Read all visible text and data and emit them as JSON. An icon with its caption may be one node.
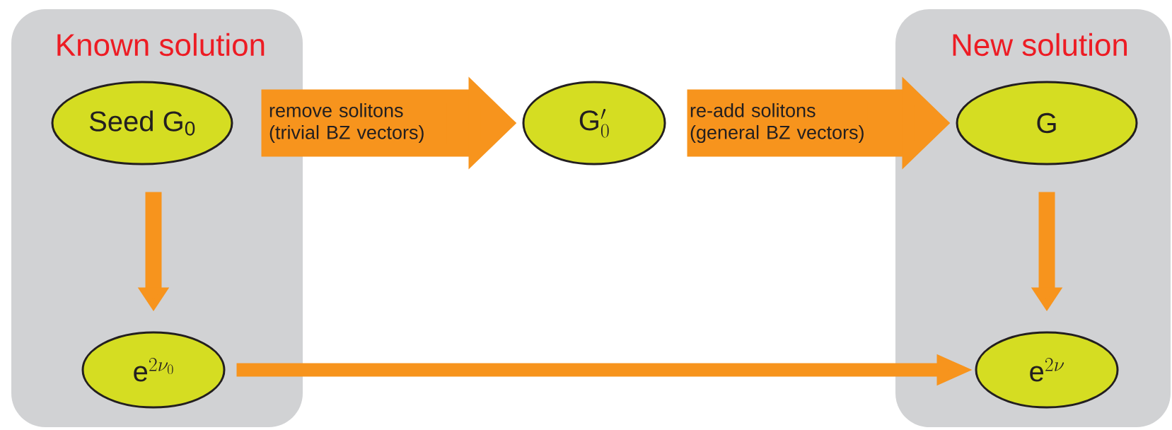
{
  "diagram": {
    "nodes": [
      {
        "text": [
          "Known solution"
        ]
      },
      {
        "text": [
          "Seed G$_{0}$"
        ],
        "in": 0
      },
      {
        "text": [
          "\\mathrm{e}^{2\\nu_0}"
        ],
        "in": 0
      },
      {
        "text": [
          "\\mathrm{G}'_0"
        ]
      },
      {
        "text": [
          "New solution"
        ]
      },
      {
        "text": [
          "G"
        ],
        "in": 4
      },
      {
        "text": [
          "\\mathrm{e}^{2\\nu}"
        ],
        "in": 4
      }
    ],
    "edges": [
      {
        "from": 1,
        "to": 3,
        "arrow": "to",
        "label": "remove solitons (trivial BZ vectors)",
        "style": "thick"
      },
      {
        "from": 3,
        "to": 5,
        "arrow": "to",
        "label": "re-add solitons (general BZ vectors)",
        "style": "thick"
      },
      {
        "from": 1,
        "to": 2,
        "arrow": "to"
      },
      {
        "from": 5,
        "to": 6,
        "arrow": "to"
      },
      {
        "from": 2,
        "to": 6,
        "arrow": "to"
      }
    ]
  }
}
